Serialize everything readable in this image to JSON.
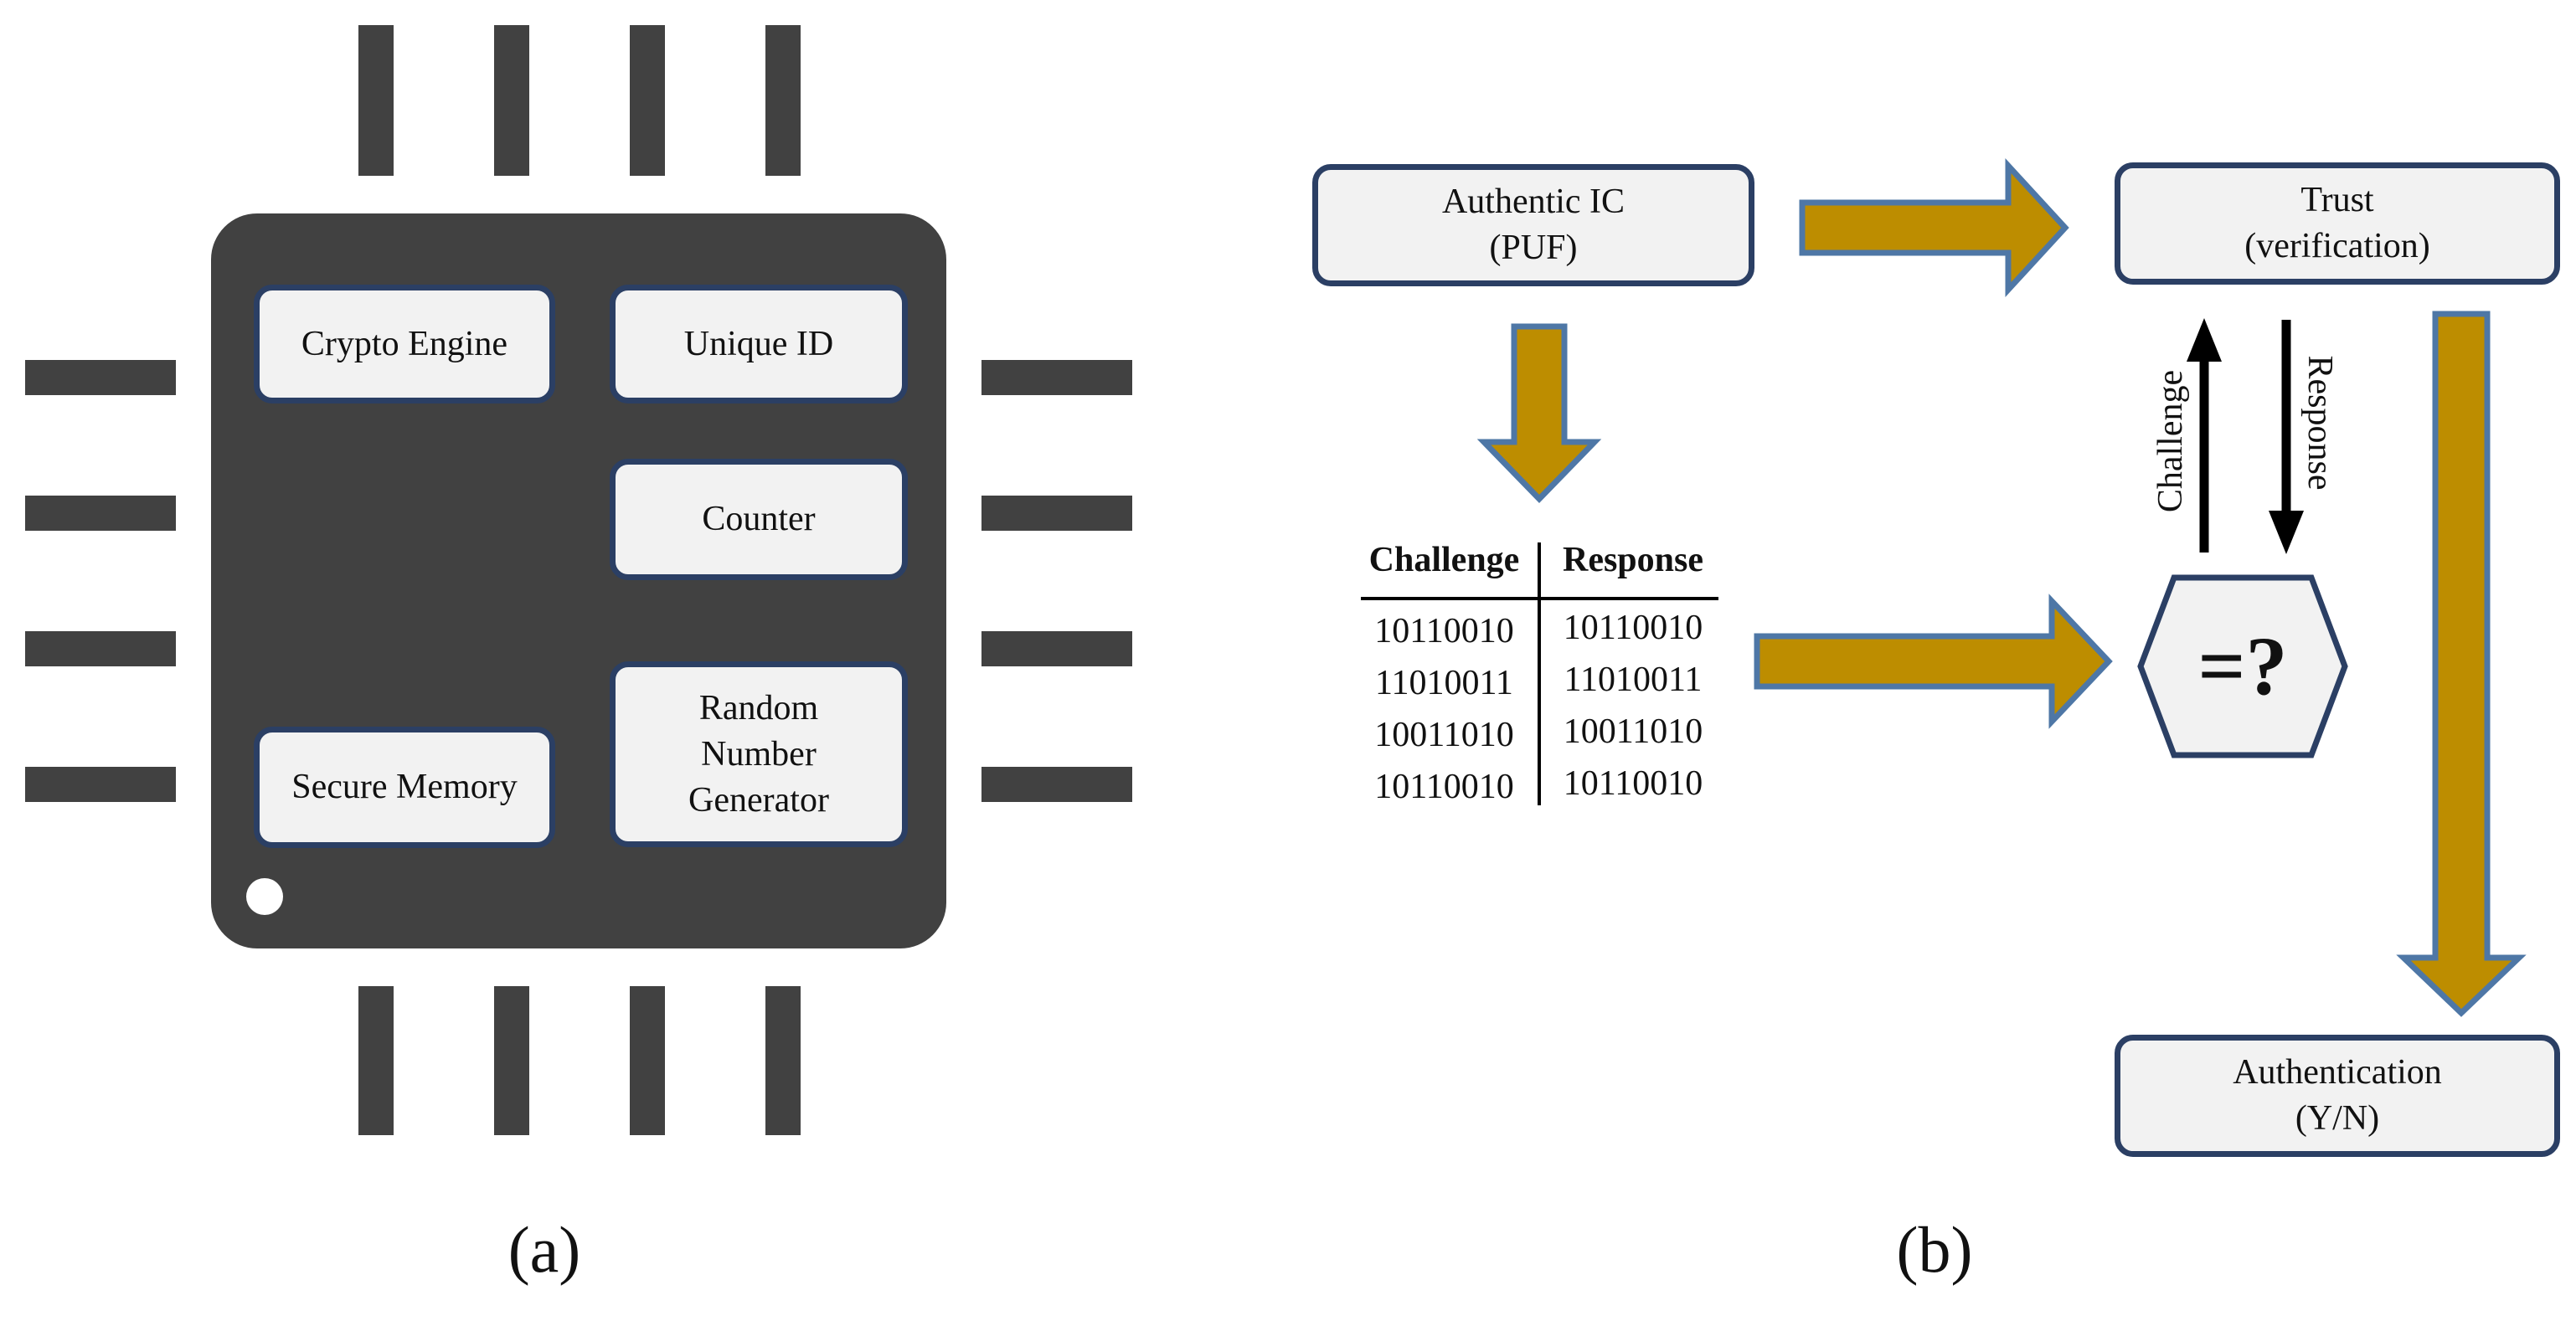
{
  "panel_a": {
    "label": "(a)",
    "blocks": {
      "crypto_engine": "Crypto Engine",
      "unique_id": "Unique ID",
      "counter": "Counter",
      "secure_memory": "Secure Memory",
      "rng": [
        "Random",
        "Number",
        "Generator"
      ]
    }
  },
  "panel_b": {
    "label": "(b)",
    "authentic_ic": [
      "Authentic IC",
      "(PUF)"
    ],
    "trust": [
      "Trust",
      "(verification)"
    ],
    "authentication": [
      "Authentication",
      "(Y/N)"
    ],
    "compare_symbol": "=?",
    "challenge_arrow_label": "Challenge",
    "response_arrow_label": "Response",
    "crp_table": {
      "headers": [
        "Challenge",
        "Response"
      ],
      "rows": [
        [
          "10110010",
          "10110010"
        ],
        [
          "11010011",
          "11010011"
        ],
        [
          "10011010",
          "10011010"
        ],
        [
          "10110010",
          "10110010"
        ]
      ]
    }
  },
  "colors": {
    "chip_body": "#414141",
    "block_fill": "#f2f2f2",
    "block_border": "#2b3f64",
    "arrow_fill": "#bd8d00",
    "arrow_border": "#4e77a6"
  }
}
